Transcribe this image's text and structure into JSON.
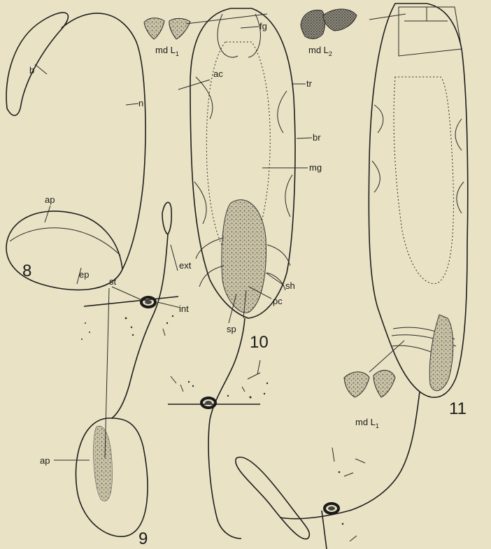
{
  "figures": {
    "fig8": "8",
    "fig9": "9",
    "fig10": "10",
    "fig11": "11"
  },
  "labels": {
    "b": "b",
    "n": "n",
    "ap_8": "ap",
    "ep": "ep",
    "st": "st",
    "ext": "ext",
    "int": "int",
    "ap_9": "ap",
    "fg": "fg",
    "md": "md L",
    "md_sub_1": "1",
    "md_top_11": "md L",
    "md_top_11_sub": "2",
    "md_bottom_11": "md L",
    "md_bottom_11_sub": "1",
    "ac": "ac",
    "tr": "tr",
    "br": "br",
    "mg": "mg",
    "sh": "sh",
    "pc": "pc",
    "sp": "sp"
  },
  "colors": {
    "paper": "#e9e2c4",
    "ink": "#1e1e1e",
    "stipple": "#8a8478"
  }
}
